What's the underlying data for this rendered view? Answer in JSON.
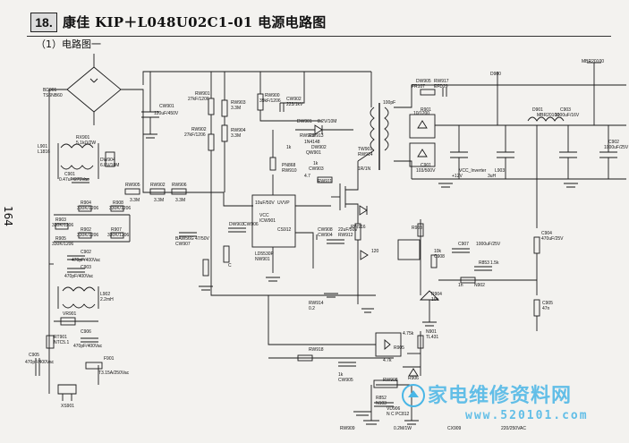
{
  "header": {
    "section_number": "18.",
    "title": "康佳 KIP＋L048U02C1-01 电源电路图",
    "subtitle": "（1）电路图一",
    "page_number": "164"
  },
  "labels": [
    "BD901",
    "TS6NB60",
    "L901",
    "L1816",
    "C901",
    "0.47uF/275Vac",
    "RX901",
    "5.1kΩ/2W",
    "DW904",
    "6.8V/10M",
    "R904",
    "330K/1206",
    "R908",
    "330K/1206",
    "R903",
    "330K/1206",
    "R902",
    "330K/1206",
    "R907",
    "330K/1206",
    "R905",
    "330K/1206",
    "C902",
    "470pF/400Vac",
    "C903",
    "470pF/400Vac",
    "L902",
    "2.2mH",
    "VR901",
    "RT901",
    "NTC5.1",
    "C906",
    "470pF/400Vac",
    "C905",
    "470pF/400Vac",
    "F901",
    "T3.15A/250Vac",
    "XS901",
    "RW905",
    "3.3M",
    "RW902",
    "3.3M",
    "RW906",
    "3.3M",
    "CW901",
    "120uF/450V",
    "RW903",
    "3.3M",
    "RW904",
    "3.3M",
    "RW901",
    "27kF/1206",
    "RW902",
    "27kF/1206",
    "RW900",
    "39kF/1206",
    "CW902",
    "223/1kV",
    "DW901",
    "8.2V/10M",
    "RW915",
    "RW913",
    "1k",
    "DW902",
    "1N4148",
    "QW901",
    "PN868",
    "RW910",
    "4.7",
    "RW911",
    "1k",
    "CW903",
    "10uF/50V",
    "UVVP",
    "CS912",
    "VCC",
    "ICW901",
    "LD5530P",
    "NW901",
    "BAW56G",
    "CW907",
    "47/50V",
    "CW908",
    "CW904",
    "22uF/50V",
    "RW912",
    "120",
    "DW903",
    "CW906",
    "C",
    "RW916",
    "RW914",
    "0.2",
    "RW918",
    "1k",
    "CW905",
    "100pF",
    "TW901",
    "RW914",
    "1R/1N",
    "DW905",
    "FR107",
    "RW917",
    "EFD29",
    "R901",
    "10/1200",
    "C901",
    "103/500V",
    "D900",
    "MBR20100",
    "D901",
    "MBR20100",
    "VCC_Inverter",
    "+12V",
    "L903",
    "3uH",
    "C903",
    "1000uF/16V",
    "C902",
    "1000uF/25V",
    "C904",
    "470uF/25V",
    "C907",
    "1000uF/25V",
    "R903",
    "10k",
    "C908",
    "1n",
    "N902",
    "R853",
    "1.5k",
    "R904",
    "10k",
    "C905",
    "47n",
    "N901",
    "TL431",
    "R905",
    "4.75k",
    "R906",
    "4.7k",
    "RW908",
    "R852",
    "N103",
    "VD906",
    "N C PC812",
    "RW909",
    "0.2M/1W",
    "CX909",
    "220/250VAC"
  ]
}
